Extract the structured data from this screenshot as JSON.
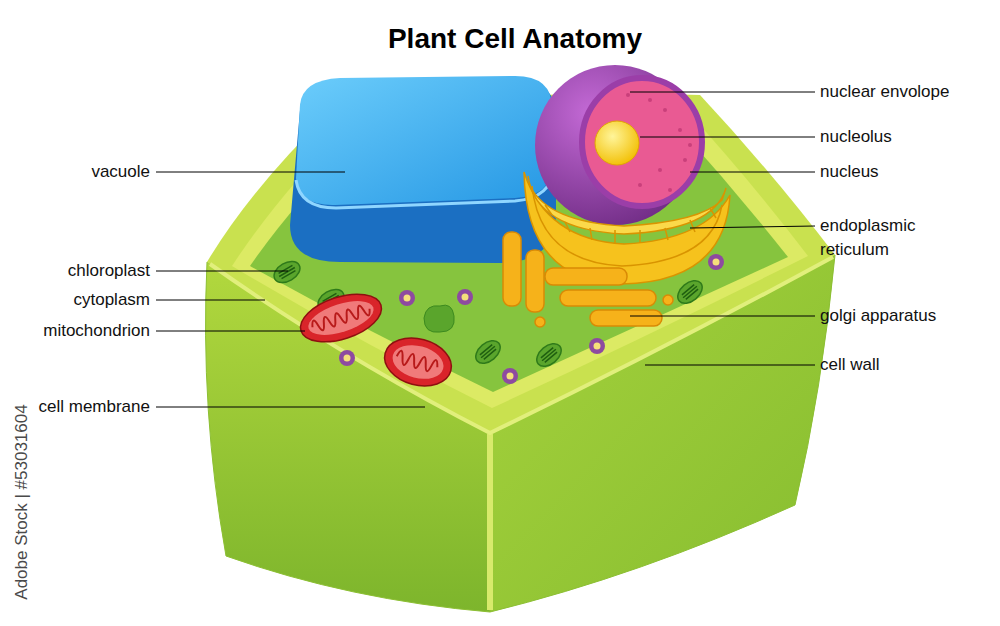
{
  "diagram": {
    "title": "Plant Cell Anatomy",
    "labels": [
      "nuclear envolope",
      "vacuole",
      "nucleolus",
      "nucleus",
      "endoplasmic reticulum",
      "chloroplast",
      "cytoplasm",
      "mitochondrion",
      "golgi apparatus",
      "cell wall",
      "cell membrane",
      "Adobe Stock | #53031604"
    ]
  }
}
